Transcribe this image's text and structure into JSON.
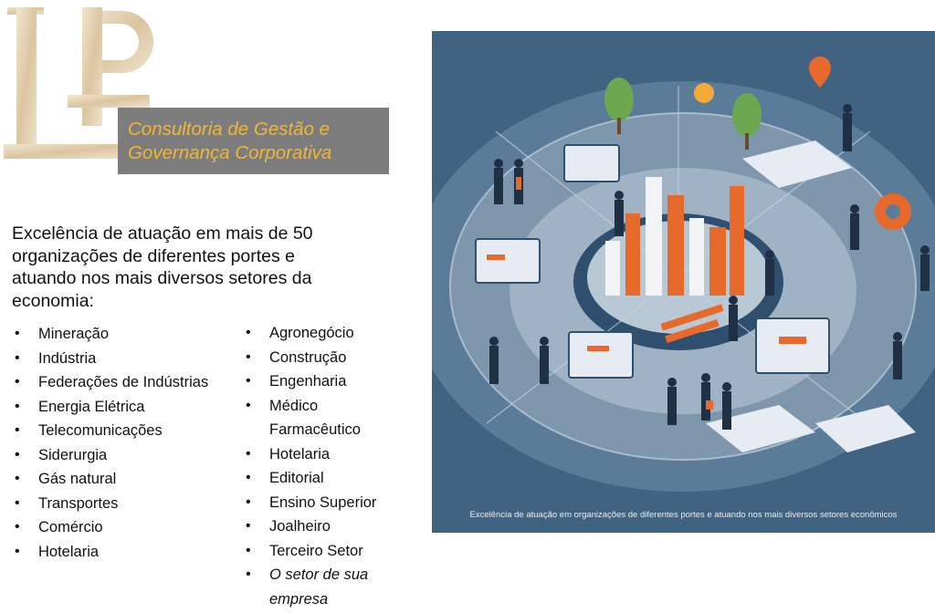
{
  "logo": {
    "alt_icon": "lp-monogram-logo"
  },
  "tagline": {
    "line1": "Consultoria de Gestão e",
    "line2": "Governança Corporativa"
  },
  "intro": {
    "line1": "Excelência de atuação em mais de 50",
    "line2": "organizações de diferentes portes e",
    "line3": "atuando nos mais diversos setores da",
    "line4": "economia:"
  },
  "sectors_col1": [
    "Mineração",
    "Indústria",
    "Federações de Indústrias",
    "Energia Elétrica",
    "Telecomunicações",
    "Siderurgia",
    "Gás natural",
    "Transportes",
    "Comércio",
    "Hotelaria"
  ],
  "sectors_col2": [
    "Agronegócio",
    "Construção",
    "Engenharia",
    "Médico",
    "Farmacêutico",
    "Hotelaria",
    "Editorial",
    "Ensino Superior",
    "Joalheiro",
    "Terceiro Setor",
    "O setor de sua empresa"
  ],
  "illustration": {
    "caption": "Excelência de atuação em organizações de diferentes portes e atuando nos mais diversos setores econômicos",
    "colors": {
      "background": "#3f6381",
      "accent": "#e8692c",
      "platform": "#7f97ad"
    }
  },
  "colors": {
    "tagline_bg": "#7d7d7d",
    "tagline_text": "#f2b732",
    "logo_gold": "#e7d6b8"
  }
}
